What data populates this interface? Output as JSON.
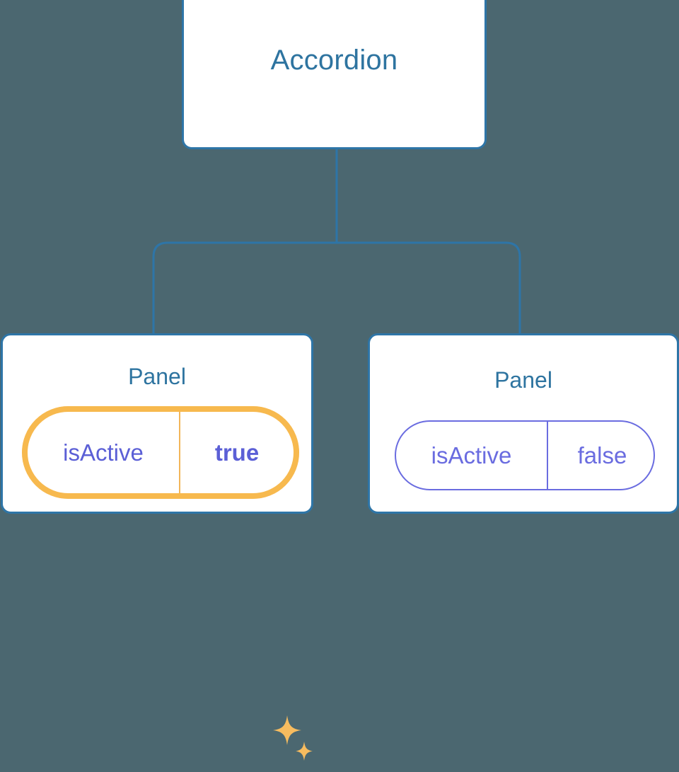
{
  "diagram": {
    "type": "component-tree",
    "background_color": "#4b6770",
    "node_border_color": "#2e75a7",
    "node_text_color": "#2e74a0",
    "prop_color": "#6a6ce0",
    "highlight_color": "#f7b94e",
    "highlight_glow_color": "#fbdfb4",
    "root": {
      "title": "Accordion"
    },
    "children": [
      {
        "title": "Panel",
        "highlighted": true,
        "prop": {
          "key": "isActive",
          "value": "true"
        },
        "decoration": "sparkles-icon"
      },
      {
        "title": "Panel",
        "highlighted": false,
        "prop": {
          "key": "isActive",
          "value": "false"
        }
      }
    ],
    "edges": [
      {
        "from": "Accordion",
        "to": "Panel-left"
      },
      {
        "from": "Accordion",
        "to": "Panel-right"
      }
    ]
  }
}
